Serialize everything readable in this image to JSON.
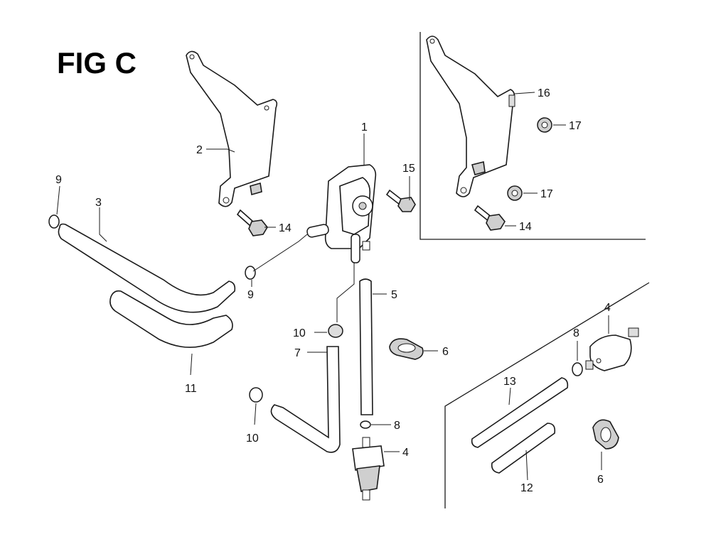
{
  "title": "FIG C",
  "callouts": {
    "c1": "1",
    "c2": "2",
    "c3": "3",
    "c4a": "4",
    "c4b": "4",
    "c5": "5",
    "c6a": "6",
    "c6b": "6",
    "c7": "7",
    "c8a": "8",
    "c8b": "8",
    "c9a": "9",
    "c9b": "9",
    "c10a": "10",
    "c10b": "10",
    "c11": "11",
    "c12": "12",
    "c13": "13",
    "c14a": "14",
    "c14b": "14",
    "c15": "15",
    "c16": "16",
    "c17a": "17",
    "c17b": "17"
  }
}
